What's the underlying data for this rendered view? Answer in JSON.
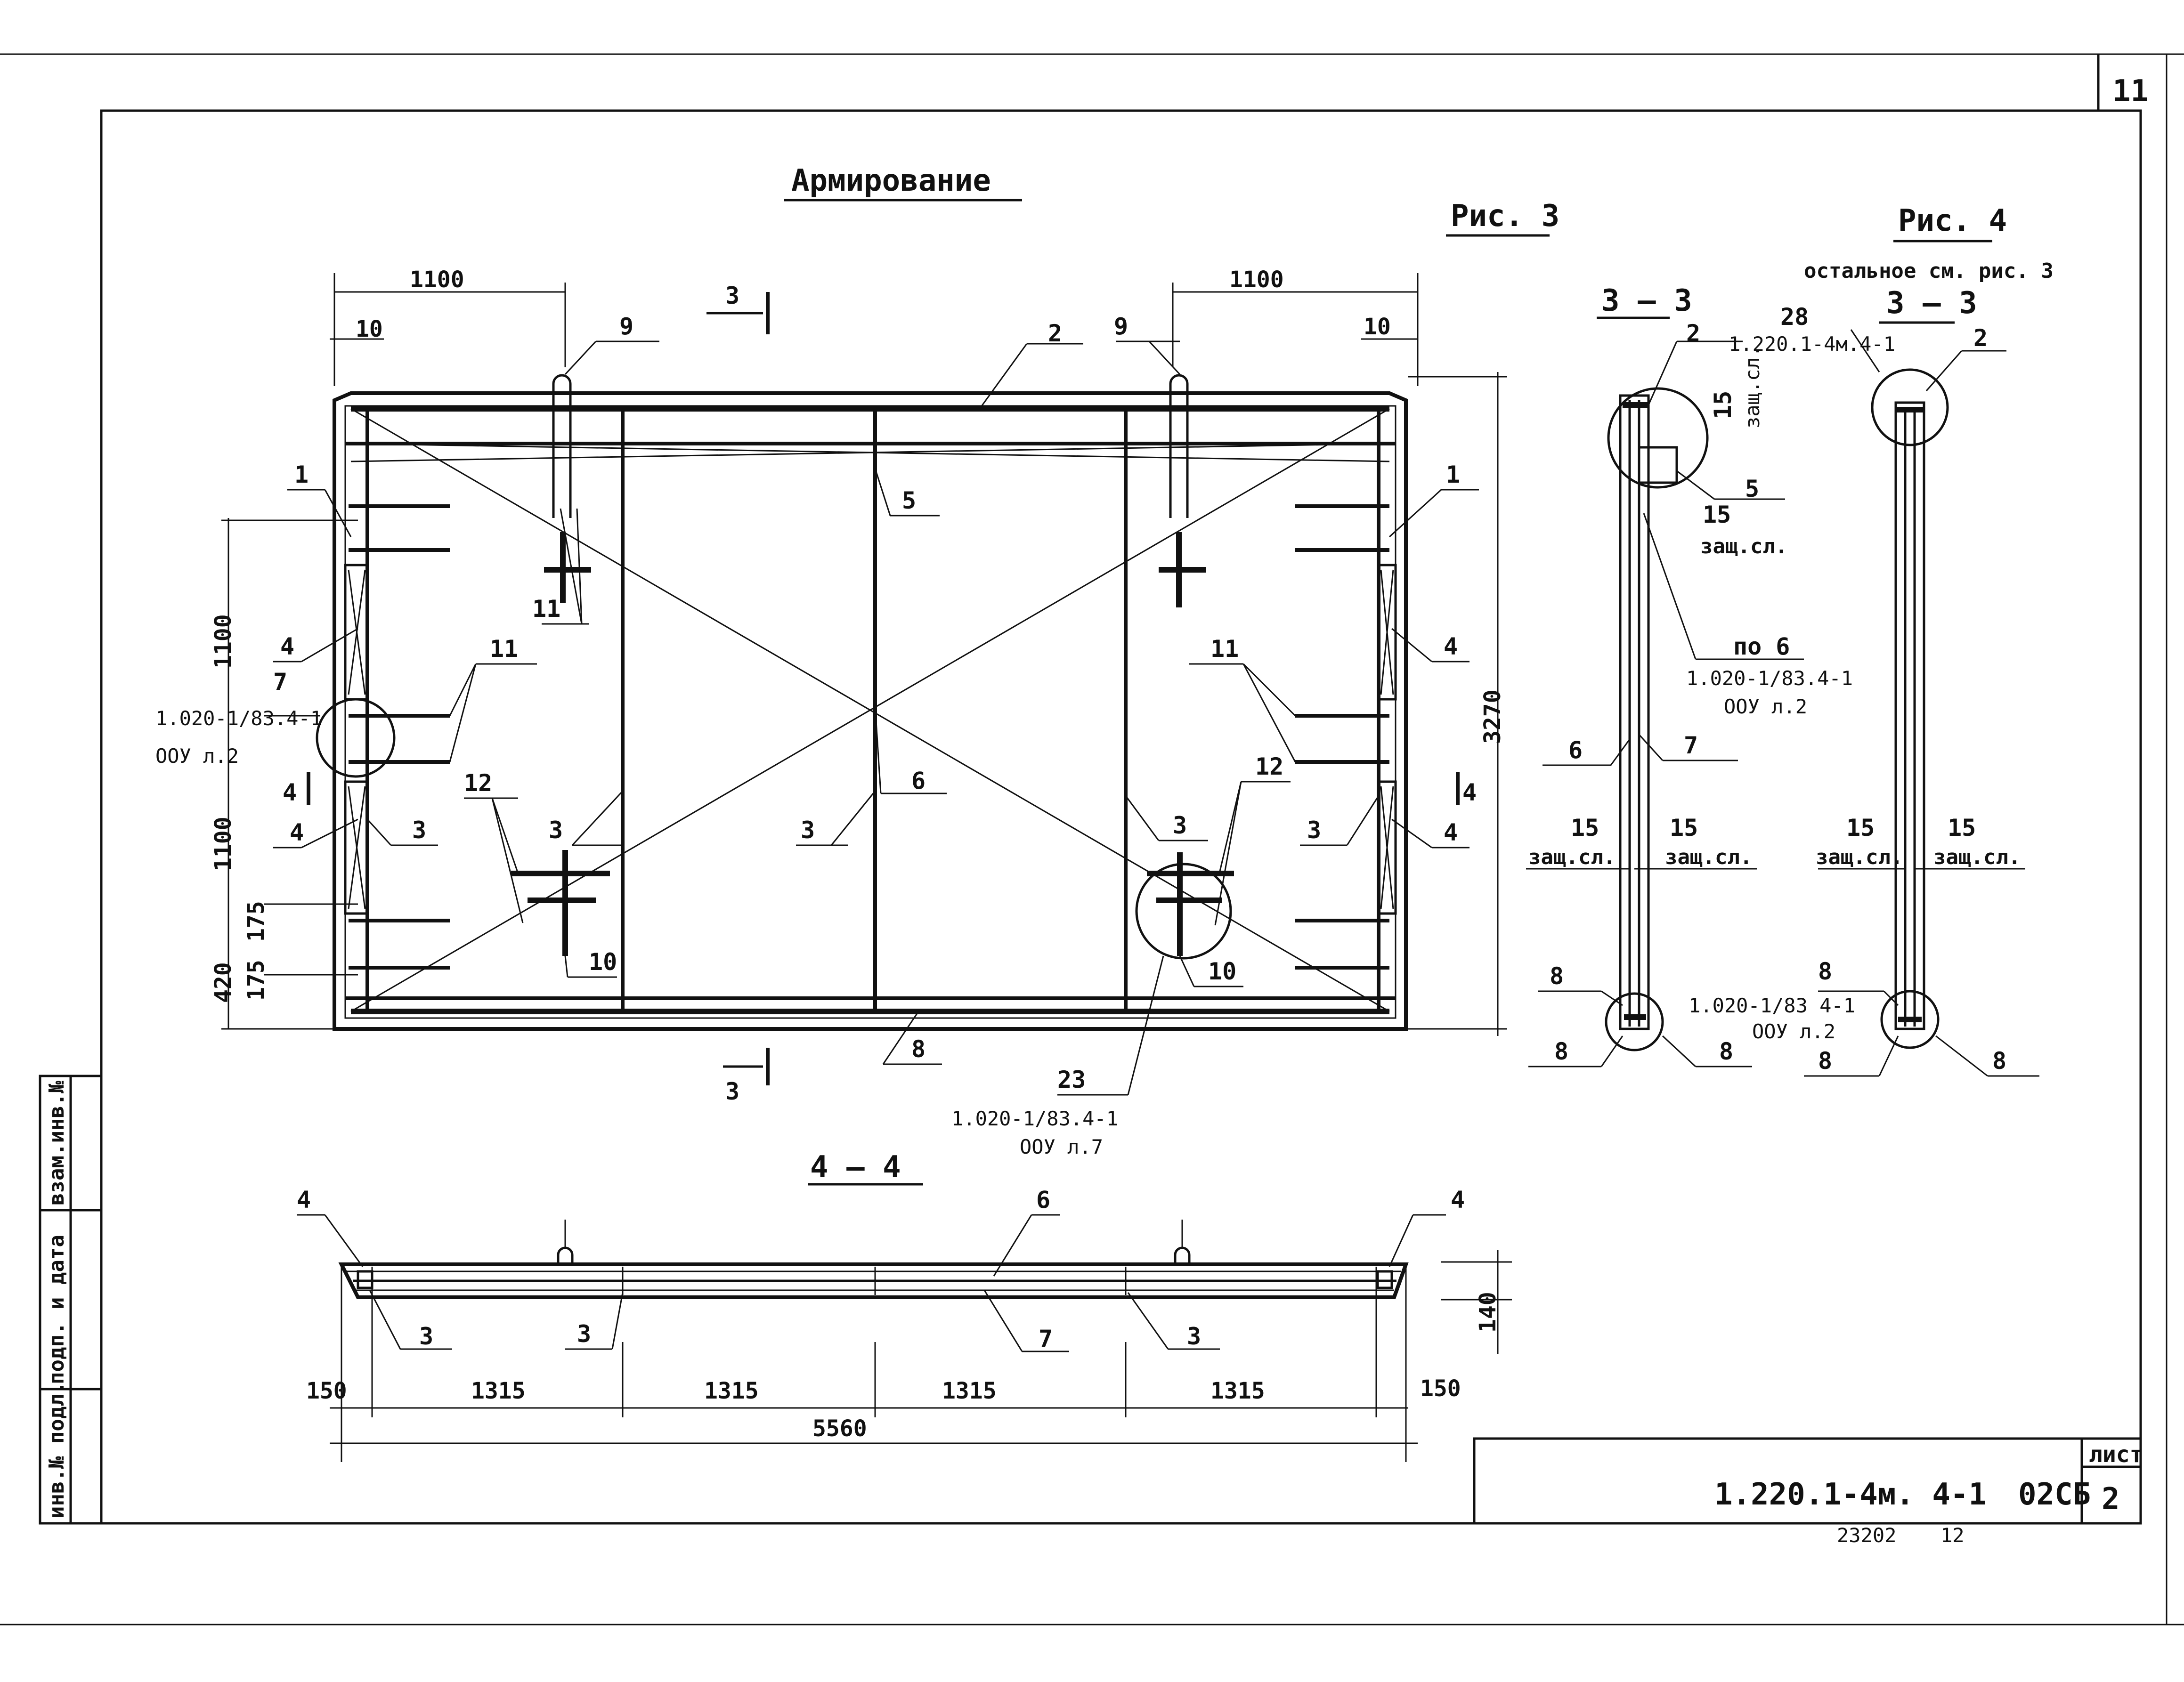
{
  "sheet": {
    "page_number": "11",
    "title": "Армирование",
    "figure_3_label": "Рис. 3",
    "figure_4_label": "Рис. 4",
    "figure_4_note": "остальное см. рис. 3",
    "stamp_code": "1.220.1-4м. 4-1",
    "stamp_mark": "02СБ",
    "sheet_header": "лист",
    "sheet_number": "2",
    "archive_number": "23202",
    "archive_extra": "12",
    "side_stamp": [
      "инв.№ подл.",
      "подп. и дата",
      "взам.инв.№"
    ]
  },
  "plan": {
    "dims": {
      "top_left_1100": "1100",
      "top_right_1100": "1100",
      "top_left_10": "10",
      "top_right_10": "10",
      "left_1100_a": "1100",
      "left_1100_b": "1100",
      "left_175_a": "175",
      "left_175_b": "175",
      "left_420": "420",
      "right_3270": "3270"
    },
    "marks": {
      "m9_left": "9",
      "m9_right": "9",
      "m2": "2",
      "m1_left": "1",
      "m1_right": "1",
      "m5": "5",
      "m11_top": "11",
      "m11_left": "11",
      "m11_right": "11",
      "m4_left_a": "4",
      "m4_left_b": "4",
      "m4_right_a": "4",
      "m4_right_b": "4",
      "m7": "7",
      "m3_a": "3",
      "m3_b": "3",
      "m3_c": "3",
      "m3_d": "3",
      "m3_e": "3",
      "m6": "6",
      "m12_left": "12",
      "m12_right": "12",
      "m10_left": "10",
      "m10_right": "10",
      "m8": "8",
      "m23": "23"
    },
    "section_marks": {
      "s3_top": "3",
      "s3_bottom": "3",
      "s4_left": "4",
      "s4_right": "4"
    },
    "refs": {
      "left_ref_line1": "1.020-1/83.4-1",
      "left_ref_line2": "ООУ л.2",
      "bottom_ref_line1": "1.020-1/83.4-1",
      "bottom_ref_line2": "ООУ л.7"
    }
  },
  "section_3_3": {
    "title": "3 — 3",
    "marks": {
      "m2": "2",
      "m5": "5",
      "m6": "6",
      "m7": "7",
      "m8_top": "8",
      "m8_left": "8",
      "m8_right": "8",
      "po6": "по 6"
    },
    "cover": {
      "top_15": "15",
      "top_label": "защ.сл.",
      "mid_15": "15",
      "mid_label": "защ.сл.",
      "left_15": "15",
      "left_label": "защ.сл.",
      "right_15": "15",
      "right_label": "защ.сл."
    },
    "refs": {
      "ref_top": "1.220.1-4м.4-1",
      "ref_mid_1": "1.020-1/83.4-1",
      "ref_mid_2": "ООУ л.2"
    }
  },
  "section_3_3_fig4": {
    "title": "3 — 3",
    "marks": {
      "m28": "28",
      "m2": "2",
      "m8_top": "8",
      "m8_left": "8",
      "m8_right": "8"
    },
    "cover": {
      "left_15": "15",
      "left_label": "защ.сл.",
      "right_15": "15",
      "right_label": "защ.сл."
    },
    "refs": {
      "ref_1": "1.020-1/83 4-1",
      "ref_2": "ООУ л.2"
    }
  },
  "section_4_4": {
    "title": "4 — 4",
    "marks": {
      "m4_left": "4",
      "m4_right": "4",
      "m6": "6",
      "m3_a": "3",
      "m3_b": "3",
      "m3_c": "3",
      "m7": "7"
    },
    "dims": {
      "d150_left": "150",
      "d1315_a": "1315",
      "d1315_b": "1315",
      "d1315_c": "1315",
      "d1315_d": "1315",
      "d150_right": "150",
      "d5560": "5560",
      "d140": "140"
    }
  }
}
